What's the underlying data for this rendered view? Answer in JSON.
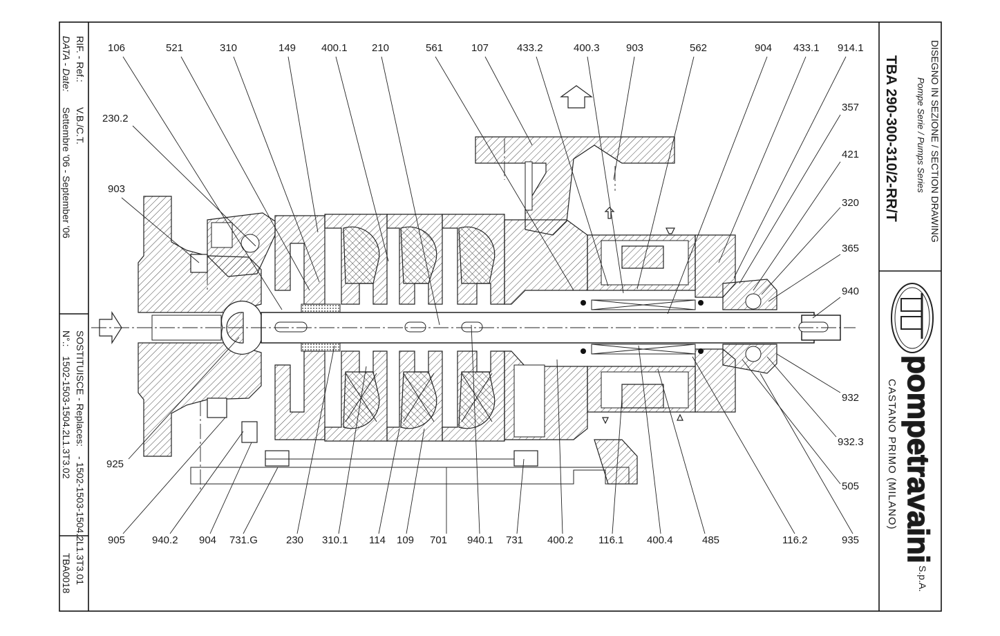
{
  "title_block": {
    "heading": "DISEGNO IN SEZIONE / SECTION DRAWING",
    "subheading": "Pompe Serie / Pumps Series",
    "model": "TBA 290-300-310/2-RR/T",
    "company_logo_text": "pompetravaini",
    "company_suffix": "S.p.A.",
    "location": "CASTANO PRIMO    (MILANO)"
  },
  "left_block": {
    "ref_label": "RIF. - Ref.:",
    "ref_value": "V.B./C.T.",
    "date_label": "DATA - Date:",
    "date_value": "Settembre '06 - September '06",
    "replaces_label": "SOSTITUISCE - Replaces:",
    "replaces_value": "- 1502-1503-1504.2L1.3T3.01",
    "number_label": "N°.:",
    "number_value": "1502-1503-1504.2L1.3T3.02",
    "code": "TBA0018"
  },
  "callouts": {
    "top": [
      "106",
      "521",
      "310",
      "149",
      "400.1",
      "210",
      "561",
      "107",
      "433.2",
      "400.3",
      "903",
      "562",
      "904",
      "433.1",
      "914.1"
    ],
    "left": [
      "230.2",
      "903",
      "925"
    ],
    "right": [
      "357",
      "421",
      "320",
      "365",
      "940",
      "932",
      "932.3",
      "505",
      "935"
    ],
    "bottom": [
      "905",
      "940.2",
      "904",
      "731.G",
      "230",
      "310.1",
      "114",
      "109",
      "701",
      "940.1",
      "731",
      "400.2",
      "116.1",
      "400.4",
      "485",
      "116.2",
      "935"
    ]
  }
}
